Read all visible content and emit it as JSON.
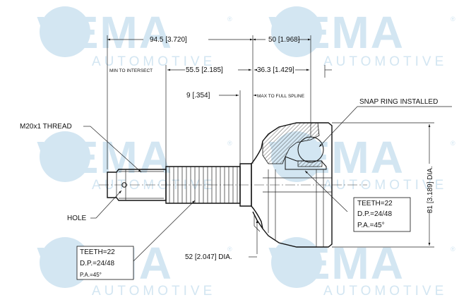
{
  "watermark": {
    "brand": "VEMA",
    "tagline": "AUTOMOTIVE",
    "registered": "®",
    "color": "#d3e6f2"
  },
  "dimensions": {
    "overall_left": "94.5 [3.720]",
    "overall_right": "50 [1.968]",
    "min_to_intersect_label": "MIN TO INTERSECT",
    "min_to_intersect_value": "55.5 [2.185]",
    "right_offset": "36.3 [1.429]",
    "spline_value": "9 [.354]",
    "max_to_full_spline_label": "MAX TO FULL SPLINE",
    "outer_diameter": "81 [3.189] DIA.",
    "seal_diameter": "52 [2.047] DIA."
  },
  "callouts": {
    "thread": "M20x1 THREAD",
    "hole": "HOLE",
    "snap_ring": "SNAP RING INSTALLED"
  },
  "spec_left": {
    "teeth": "TEETH=22",
    "dp": "D.P.=24/48",
    "pa": "P.A.=45°"
  },
  "spec_right": {
    "teeth": "TEETH=22",
    "dp": "D.P.=24/48",
    "pa": "P.A.=45°"
  }
}
